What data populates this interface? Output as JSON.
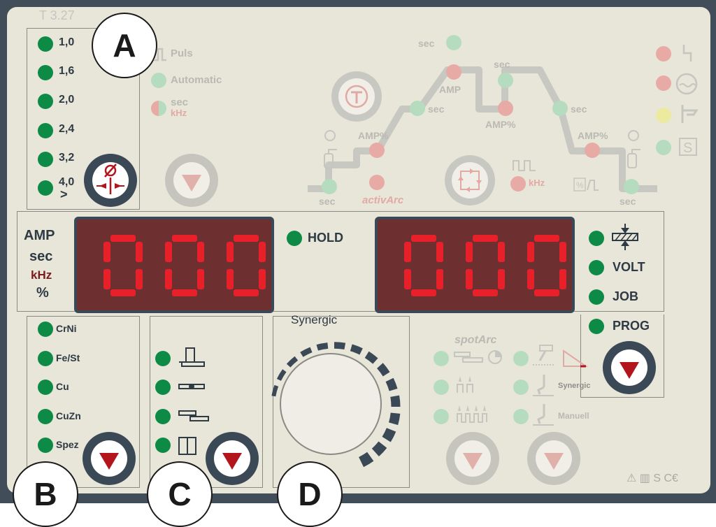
{
  "model_label": "T 3.27",
  "callouts": {
    "a": "A",
    "b": "B",
    "c": "C",
    "d": "D"
  },
  "electrode_sizes": [
    "1,0",
    "1,6",
    "2,0",
    "2,4",
    "3,2",
    "4,0"
  ],
  "electrode_more": ">",
  "modes": {
    "puls": "Puls",
    "automatic": "Automatic",
    "sec": "sec",
    "khz": "kHz"
  },
  "process_graph": {
    "sec_top": "sec",
    "sec_top2": "sec",
    "amp": "AMP",
    "sec_left": "sec",
    "amp_pct_mid": "AMP%",
    "sec_right": "sec",
    "amp_pct_left": "AMP%",
    "amp_pct_right": "AMP%",
    "sec_bottom_left": "sec",
    "activarc": "activArc",
    "khz": "kHz",
    "sec_bottom_right": "sec"
  },
  "left_units": {
    "amp": "AMP",
    "sec": "sec",
    "khz": "kHz",
    "pct": "%"
  },
  "display_left": "000",
  "display_right": "000",
  "hold_label": "HOLD",
  "right_params": {
    "volt": "VOLT",
    "job": "JOB",
    "prog": "PROG"
  },
  "materials": [
    "CrNi",
    "Fe/St",
    "Cu",
    "CuZn",
    "Spez"
  ],
  "synergic_label": "Synergic",
  "spotarc_label": "spotArc",
  "synergic_small": "Synergic",
  "manuell_label": "Manuell",
  "footer_symbols": "⚠ ▥ S C€",
  "colors": {
    "panel": "#e8e5d9",
    "frame": "#414e5a",
    "led_on": "#0d8a46",
    "display_bg": "#6d2f2f",
    "segment": "#e8202a",
    "accent_red": "#b3151c"
  }
}
